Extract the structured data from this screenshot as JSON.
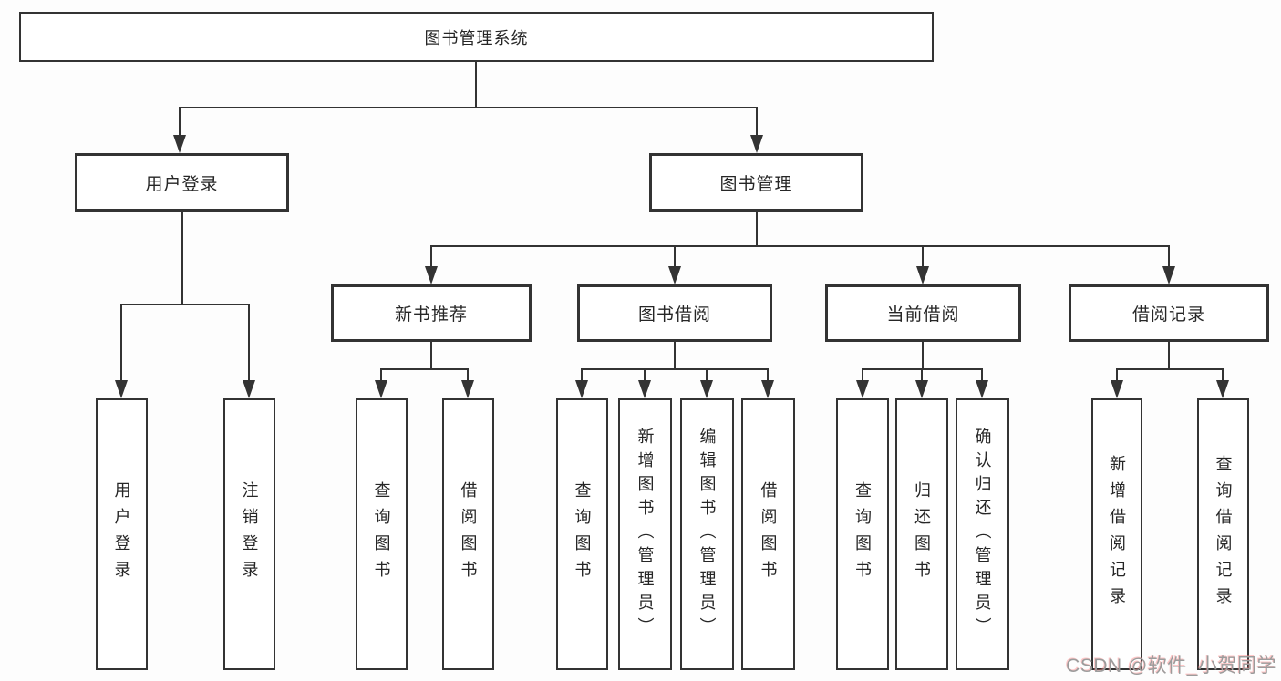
{
  "colors": {
    "line": "#333333",
    "text": "#262626",
    "background": "#fdfdfd",
    "watermark": "#9c9c9c"
  },
  "tree": {
    "root": {
      "label": "图书管理系统"
    },
    "branches": [
      {
        "label": "用户登录",
        "children": [
          "用户登录",
          "注销登录"
        ]
      },
      {
        "label": "图书管理",
        "groups": [
          {
            "label": "新书推荐",
            "children": [
              "查询图书",
              "借阅图书"
            ]
          },
          {
            "label": "图书借阅",
            "children": [
              "查询图书",
              "新增图书（管理员）",
              "编辑图书（管理员）",
              "借阅图书"
            ]
          },
          {
            "label": "当前借阅",
            "children": [
              "查询图书",
              "归还图书",
              "确认归还（管理员）"
            ]
          },
          {
            "label": "借阅记录",
            "children": [
              "新增借阅记录",
              "查询借阅记录"
            ]
          }
        ]
      }
    ]
  },
  "watermark": {
    "text": "CSDN @软件_小贺同学"
  }
}
